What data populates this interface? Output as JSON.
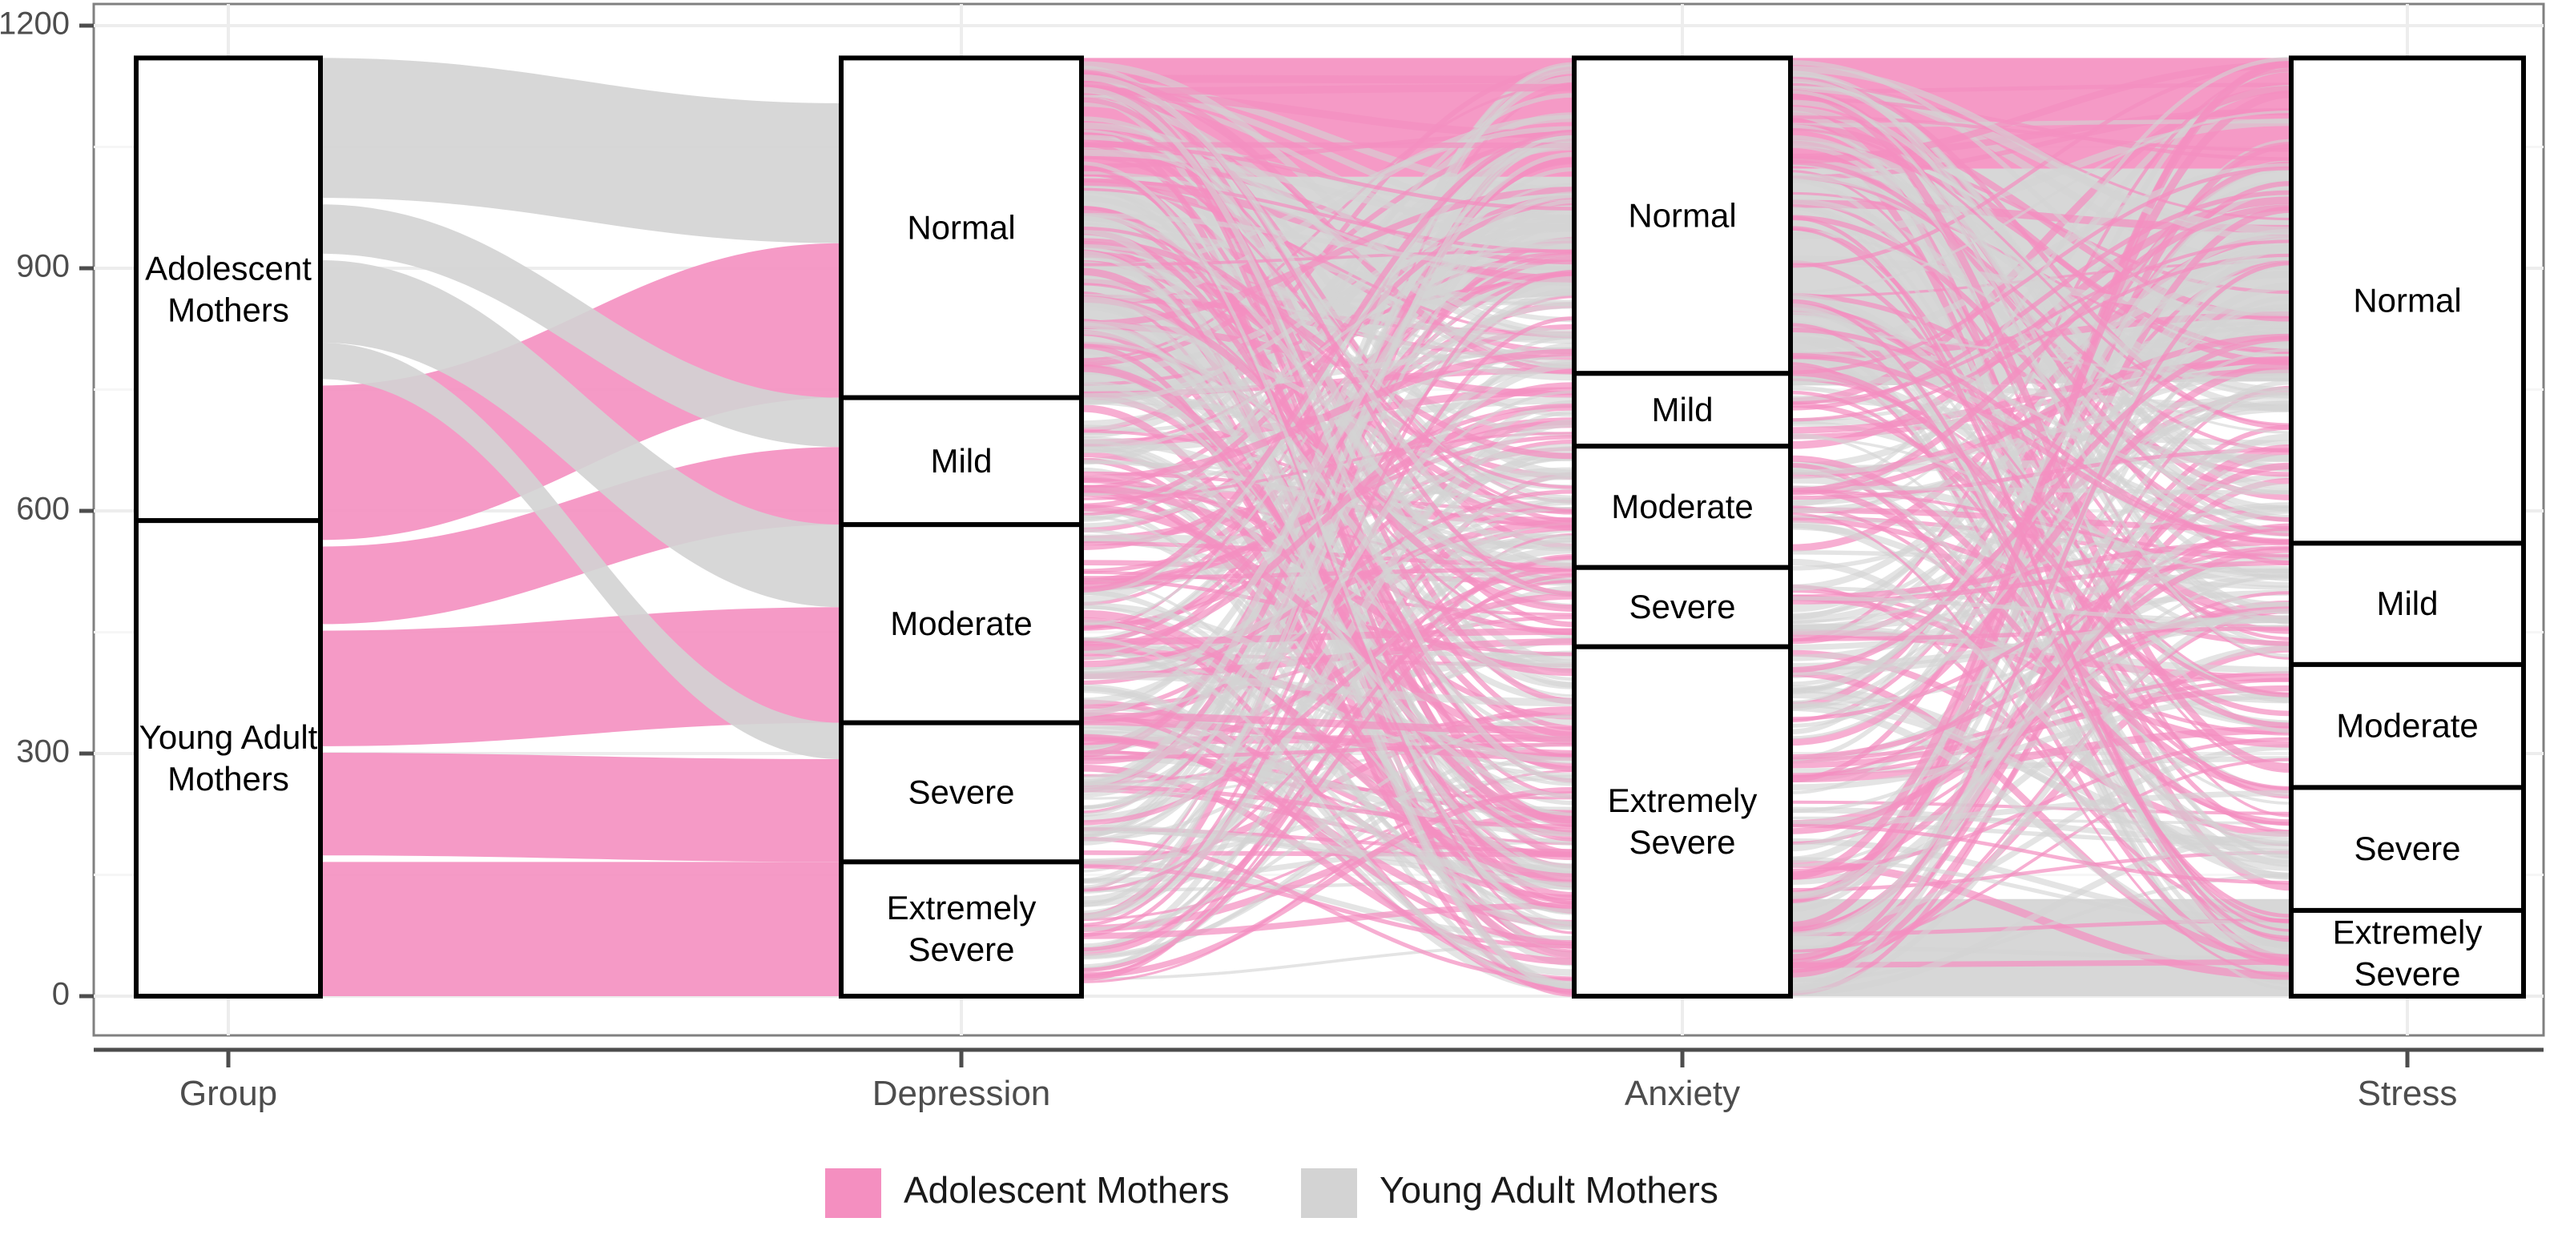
{
  "chart_data": {
    "type": "alluvial",
    "title": "",
    "xlabel": "",
    "ylabel": "",
    "ylim": [
      0,
      1200
    ],
    "yticks": [
      0,
      300,
      600,
      900,
      1200
    ],
    "ytick_labels": [
      "0",
      "300",
      "600",
      "900",
      "1200"
    ],
    "grid": true,
    "legend_position": "bottom",
    "axes": [
      {
        "id": "group",
        "label": "Group"
      },
      {
        "id": "depression",
        "label": "Depression"
      },
      {
        "id": "anxiety",
        "label": "Anxiety"
      },
      {
        "id": "stress",
        "label": "Stress"
      }
    ],
    "legend": [
      {
        "name": "Adolescent Mothers",
        "color": "#F48FC0"
      },
      {
        "name": "Young Adult Mothers",
        "color": "#D3D3D3"
      }
    ],
    "total": 1160,
    "strata": {
      "group": [
        {
          "label": "Adolescent Mothers",
          "value": 572,
          "y0": 588,
          "y1": 1160
        },
        {
          "label": "Young Adult Mothers",
          "value": 588,
          "y0": 0,
          "y1": 588
        }
      ],
      "depression": [
        {
          "label": "Normal",
          "value": 420,
          "y0": 740,
          "y1": 1160
        },
        {
          "label": "Mild",
          "value": 157,
          "y0": 583,
          "y1": 740
        },
        {
          "label": "Moderate",
          "value": 245,
          "y0": 338,
          "y1": 583
        },
        {
          "label": "Severe",
          "value": 172,
          "y0": 166,
          "y1": 338
        },
        {
          "label": "Extremely Severe",
          "value": 166,
          "y0": 0,
          "y1": 166
        }
      ],
      "anxiety": [
        {
          "label": "Normal",
          "value": 390,
          "y0": 770,
          "y1": 1160
        },
        {
          "label": "Mild",
          "value": 90,
          "y0": 680,
          "y1": 770
        },
        {
          "label": "Moderate",
          "value": 150,
          "y0": 530,
          "y1": 680
        },
        {
          "label": "Severe",
          "value": 98,
          "y0": 432,
          "y1": 530
        },
        {
          "label": "Extremely Severe",
          "value": 432,
          "y0": 0,
          "y1": 432
        }
      ],
      "stress": [
        {
          "label": "Normal",
          "value": 600,
          "y0": 560,
          "y1": 1160
        },
        {
          "label": "Mild",
          "value": 150,
          "y0": 410,
          "y1": 560
        },
        {
          "label": "Moderate",
          "value": 152,
          "y0": 258,
          "y1": 410
        },
        {
          "label": "Severe",
          "value": 152,
          "y0": 106,
          "y1": 258
        },
        {
          "label": "Extremely Severe",
          "value": 106,
          "y0": 0,
          "y1": 106
        }
      ]
    },
    "colors": {
      "adolescent": "#F48FC0",
      "young_adult": "#D3D3D3",
      "stratum_fill": "#FFFFFF",
      "stratum_stroke": "#000000",
      "axis": "#808080",
      "grid": "#F2F2F2",
      "text": "#4d4d4d"
    },
    "flows_group_depression": [
      {
        "group": "adolescent",
        "from_y0": 0,
        "from_y1": 166,
        "to_y0": 0,
        "to_y1": 166
      },
      {
        "group": "adolescent",
        "from_y0": 174,
        "from_y1": 301,
        "to_y0": 166,
        "to_y1": 293
      },
      {
        "group": "adolescent",
        "from_y0": 309,
        "from_y1": 452,
        "to_y0": 338,
        "to_y1": 481
      },
      {
        "group": "adolescent",
        "from_y0": 460,
        "from_y1": 556,
        "to_y0": 583,
        "to_y1": 679
      },
      {
        "group": "adolescent",
        "from_y0": 564,
        "from_y1": 755,
        "to_y0": 740,
        "to_y1": 931
      },
      {
        "group": "young_adult",
        "from_y0": 763,
        "from_y1": 808,
        "to_y0": 293,
        "to_y1": 338
      },
      {
        "group": "young_adult",
        "from_y0": 808,
        "from_y1": 910,
        "to_y0": 481,
        "to_y1": 583
      },
      {
        "group": "young_adult",
        "from_y0": 918,
        "from_y1": 979,
        "to_y0": 679,
        "to_y1": 740
      },
      {
        "group": "young_adult",
        "from_y0": 987,
        "from_y1": 1160,
        "to_y0": 931,
        "to_y1": 1104
      }
    ]
  }
}
